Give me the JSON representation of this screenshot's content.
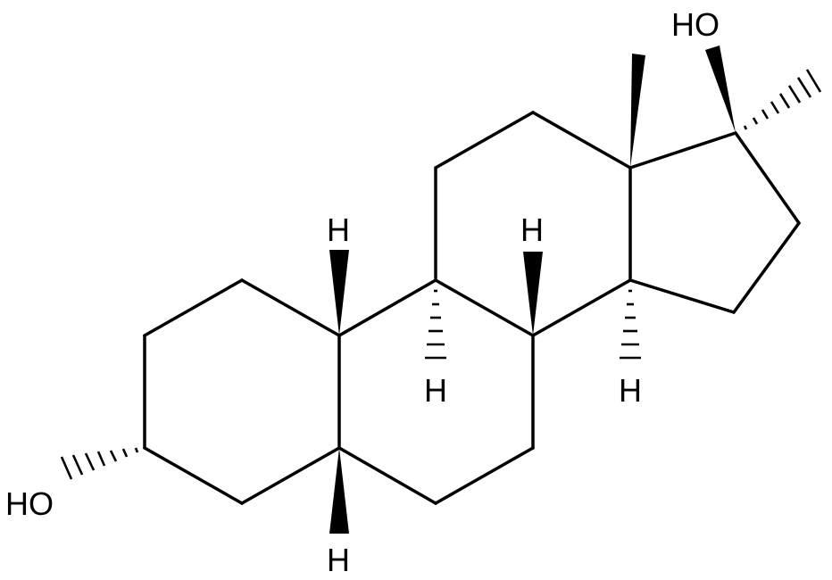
{
  "labels": {
    "oh_top": "HO",
    "oh_left": "HO",
    "h_c9_beta": "H",
    "h_c8_beta": "H",
    "h_c9_alpha": "H",
    "h_c14_alpha": "H",
    "h_c5_beta": "H"
  },
  "colors": {
    "ink": "#000000",
    "background": "#ffffff"
  }
}
